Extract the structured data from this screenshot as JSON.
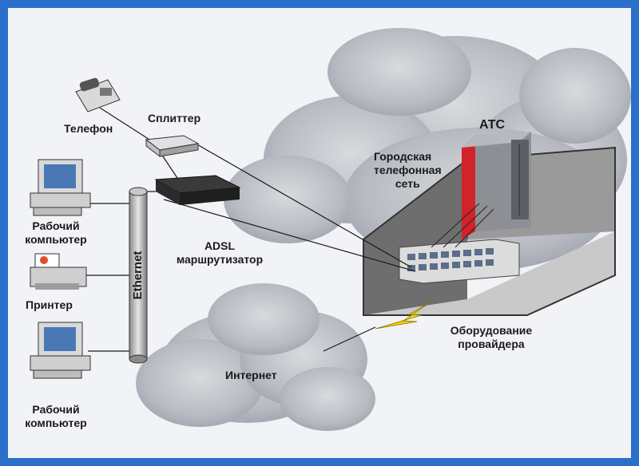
{
  "labels": {
    "telephone": "Телефон",
    "splitter": "Сплиттер",
    "ats": "АТС",
    "city_network_line1": "Городская",
    "city_network_line2": "телефонная",
    "city_network_line3": "сеть",
    "workstation1_line1": "Рабочий",
    "workstation1_line2": "компьютер",
    "adsl_line1": "ADSL",
    "adsl_line2": "маршрутизатор",
    "ethernet": "Ethernet",
    "printer": "Принтер",
    "provider_line1": "Оборудование",
    "provider_line2": "провайдера",
    "internet": "Интернет",
    "workstation2_line1": "Рабочий",
    "workstation2_line2": "компьютер"
  },
  "colors": {
    "frame": "#2a6fc9",
    "panel": "#f2f3f6",
    "cloud": "#b9bcc4",
    "room": "#8d8d8d",
    "lightning": "#f2d200",
    "ats_stripe": "#d2232a"
  }
}
